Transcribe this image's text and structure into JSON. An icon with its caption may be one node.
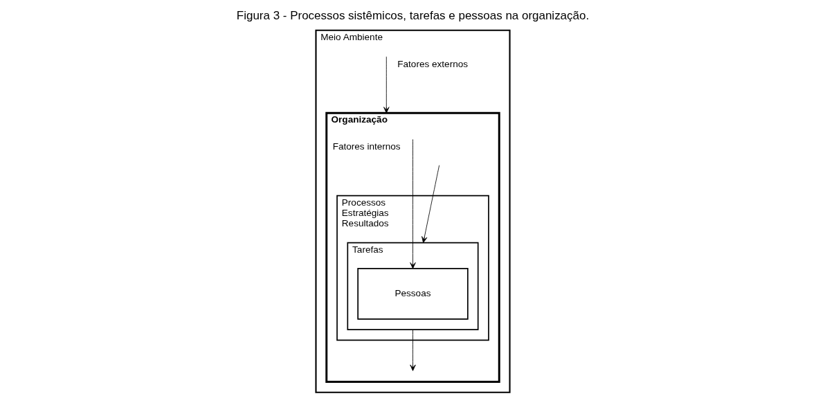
{
  "diagram": {
    "title": "Figura 3 - Processos sistêmicos, tarefas e pessoas na organização.",
    "nodes": [
      {
        "text": [
          "Meio Ambiente"
        ]
      },
      {
        "text": [
          "Organização"
        ],
        "in": 0
      },
      {
        "text": [
          "Processos",
          "Estratégias",
          "Resultados"
        ],
        "in": 1
      },
      {
        "text": [
          "Tarefas"
        ],
        "in": 2
      },
      {
        "text": [
          "Pessoas"
        ],
        "in": 3
      }
    ],
    "edges": [
      {
        "from": null,
        "to": 1,
        "arrow": "to",
        "label": "Fatores externos"
      },
      {
        "from": null,
        "to": 3,
        "arrow": "to"
      },
      {
        "from": 3,
        "to": null,
        "arrow": "to"
      },
      {
        "from": null,
        "to": 4,
        "arrow": "to",
        "label": "Fatores internos"
      }
    ]
  }
}
